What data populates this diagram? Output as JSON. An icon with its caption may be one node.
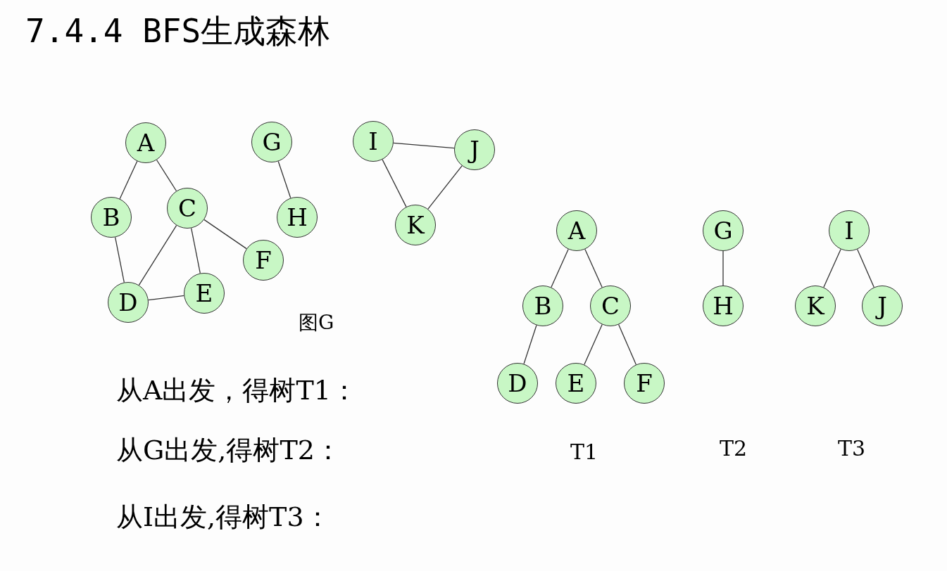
{
  "diagram": {
    "title": "7.4.4 BFS生成森林",
    "nodes": [
      {
        "text": [
          "A"
        ]
      },
      {
        "text": [
          "B"
        ]
      },
      {
        "text": [
          "C"
        ]
      },
      {
        "text": [
          "D"
        ]
      },
      {
        "text": [
          "E"
        ]
      },
      {
        "text": [
          "F"
        ]
      },
      {
        "text": [
          "G"
        ]
      },
      {
        "text": [
          "H"
        ]
      },
      {
        "text": [
          "I"
        ]
      },
      {
        "text": [
          "J"
        ]
      },
      {
        "text": [
          "K"
        ]
      },
      {
        "text": [
          "A"
        ]
      },
      {
        "text": [
          "B"
        ]
      },
      {
        "text": [
          "C"
        ]
      },
      {
        "text": [
          "D"
        ]
      },
      {
        "text": [
          "E"
        ]
      },
      {
        "text": [
          "F"
        ]
      },
      {
        "text": [
          "G"
        ]
      },
      {
        "text": [
          "H"
        ]
      },
      {
        "text": [
          "I"
        ]
      },
      {
        "text": [
          "K"
        ]
      },
      {
        "text": [
          "J"
        ]
      }
    ],
    "edges": [
      {
        "from": 0,
        "to": 1,
        "arrow": "none"
      },
      {
        "from": 0,
        "to": 2,
        "arrow": "none"
      },
      {
        "from": 1,
        "to": 3,
        "arrow": "none"
      },
      {
        "from": 2,
        "to": 3,
        "arrow": "none"
      },
      {
        "from": 2,
        "to": 4,
        "arrow": "none"
      },
      {
        "from": 2,
        "to": 5,
        "arrow": "none"
      },
      {
        "from": 3,
        "to": 4,
        "arrow": "none"
      },
      {
        "from": 6,
        "to": 7,
        "arrow": "none"
      },
      {
        "from": 8,
        "to": 9,
        "arrow": "none"
      },
      {
        "from": 8,
        "to": 10,
        "arrow": "none"
      },
      {
        "from": 9,
        "to": 10,
        "arrow": "none"
      },
      {
        "from": 11,
        "to": 12,
        "arrow": "none"
      },
      {
        "from": 11,
        "to": 13,
        "arrow": "none"
      },
      {
        "from": 12,
        "to": 14,
        "arrow": "none"
      },
      {
        "from": 13,
        "to": 15,
        "arrow": "none"
      },
      {
        "from": 13,
        "to": 16,
        "arrow": "none"
      },
      {
        "from": 17,
        "to": 18,
        "arrow": "none"
      },
      {
        "from": 19,
        "to": 20,
        "arrow": "none"
      },
      {
        "from": 19,
        "to": 21,
        "arrow": "none"
      }
    ],
    "labels": [
      "图G",
      "从A出发，得树T1：",
      "从G出发,得树T2：",
      "T1",
      "T2",
      "T3",
      "从I出发,得树T3："
    ]
  }
}
